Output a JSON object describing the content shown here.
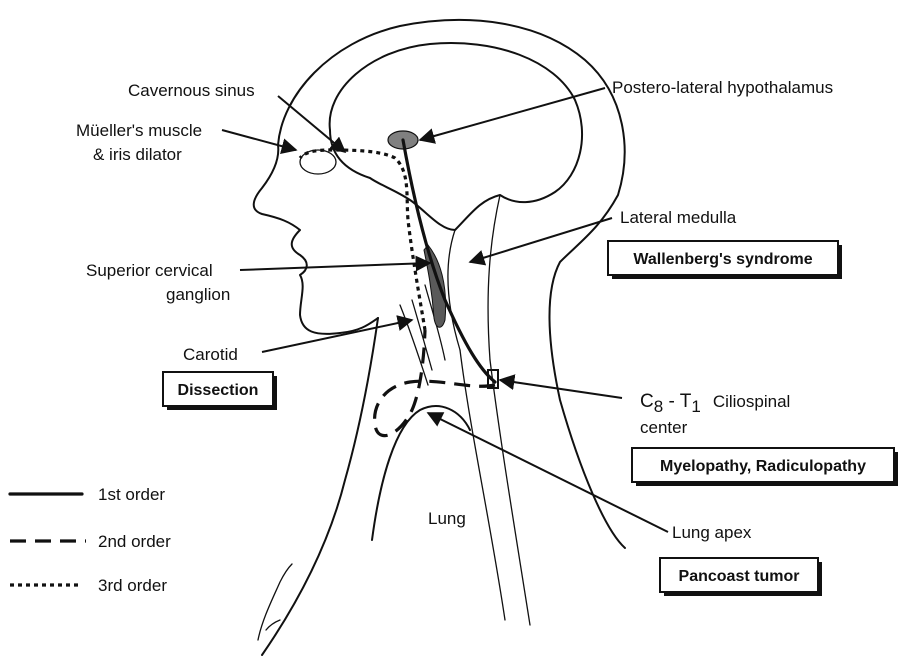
{
  "labels": {
    "cavernous_sinus": "Cavernous sinus",
    "muellers_muscle_line1": "Müeller's muscle",
    "muellers_muscle_line2": "& iris dilator",
    "hypothalamus": "Postero-lateral hypothalamus",
    "lateral_medulla": "Lateral medulla",
    "superior_cervical_line1": "Superior cervical",
    "superior_cervical_line2": "ganglion",
    "carotid": "Carotid",
    "ciliospinal_c": "C",
    "ciliospinal_c_sub": "8",
    "ciliospinal_dash": " - T",
    "ciliospinal_t_sub": "1",
    "ciliospinal_name": "Ciliospinal",
    "ciliospinal_line2": "center",
    "lung": "Lung",
    "lung_apex": "Lung apex"
  },
  "boxes": {
    "wallenberg": "Wallenberg's syndrome",
    "dissection": "Dissection",
    "myelopathy": "Myelopathy, Radiculopathy",
    "pancoast": "Pancoast tumor"
  },
  "legend": [
    {
      "style": "solid",
      "label": "1st order"
    },
    {
      "style": "dashed",
      "label": "2nd order"
    },
    {
      "style": "dotted",
      "label": "3rd order"
    }
  ],
  "colors": {
    "ink": "#111111",
    "hypothalamus_fill": "#808080",
    "ganglion_fill": "#5a5a5a"
  }
}
